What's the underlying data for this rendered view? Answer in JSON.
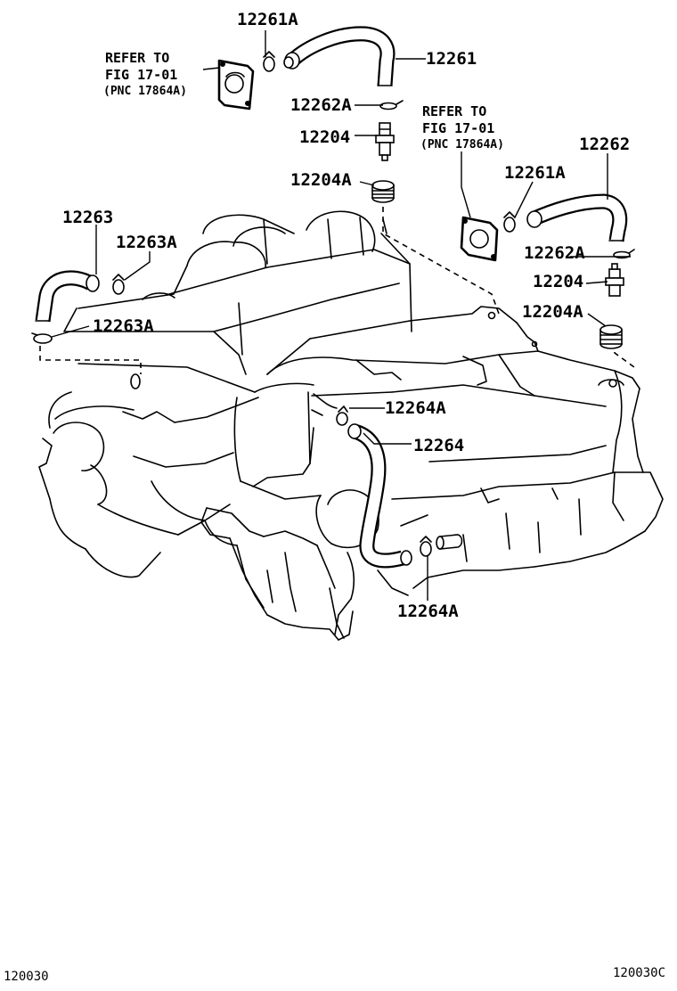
{
  "diagram": {
    "references": [
      {
        "line1": "REFER TO",
        "line2": "FIG 17-01",
        "line3": "(PNC 17864A)"
      },
      {
        "line1": "REFER TO",
        "line2": "FIG 17-01",
        "line3": "(PNC 17864A)"
      }
    ],
    "labels": {
      "p12261A_top": "12261A",
      "p12261": "12261",
      "p12262A_top": "12262A",
      "p12204_top": "12204",
      "p12204A_top": "12204A",
      "p12262": "12262",
      "p12261A_right": "12261A",
      "p12262A_right": "12262A",
      "p12204_right": "12204",
      "p12204A_right": "12204A",
      "p12263": "12263",
      "p12263A_upper": "12263A",
      "p12263A_lower": "12263A",
      "p12264A_upper": "12264A",
      "p12264": "12264",
      "p12264A_lower": "12264A"
    },
    "footer": {
      "left_code": "120030",
      "right_code": "120030C"
    }
  }
}
